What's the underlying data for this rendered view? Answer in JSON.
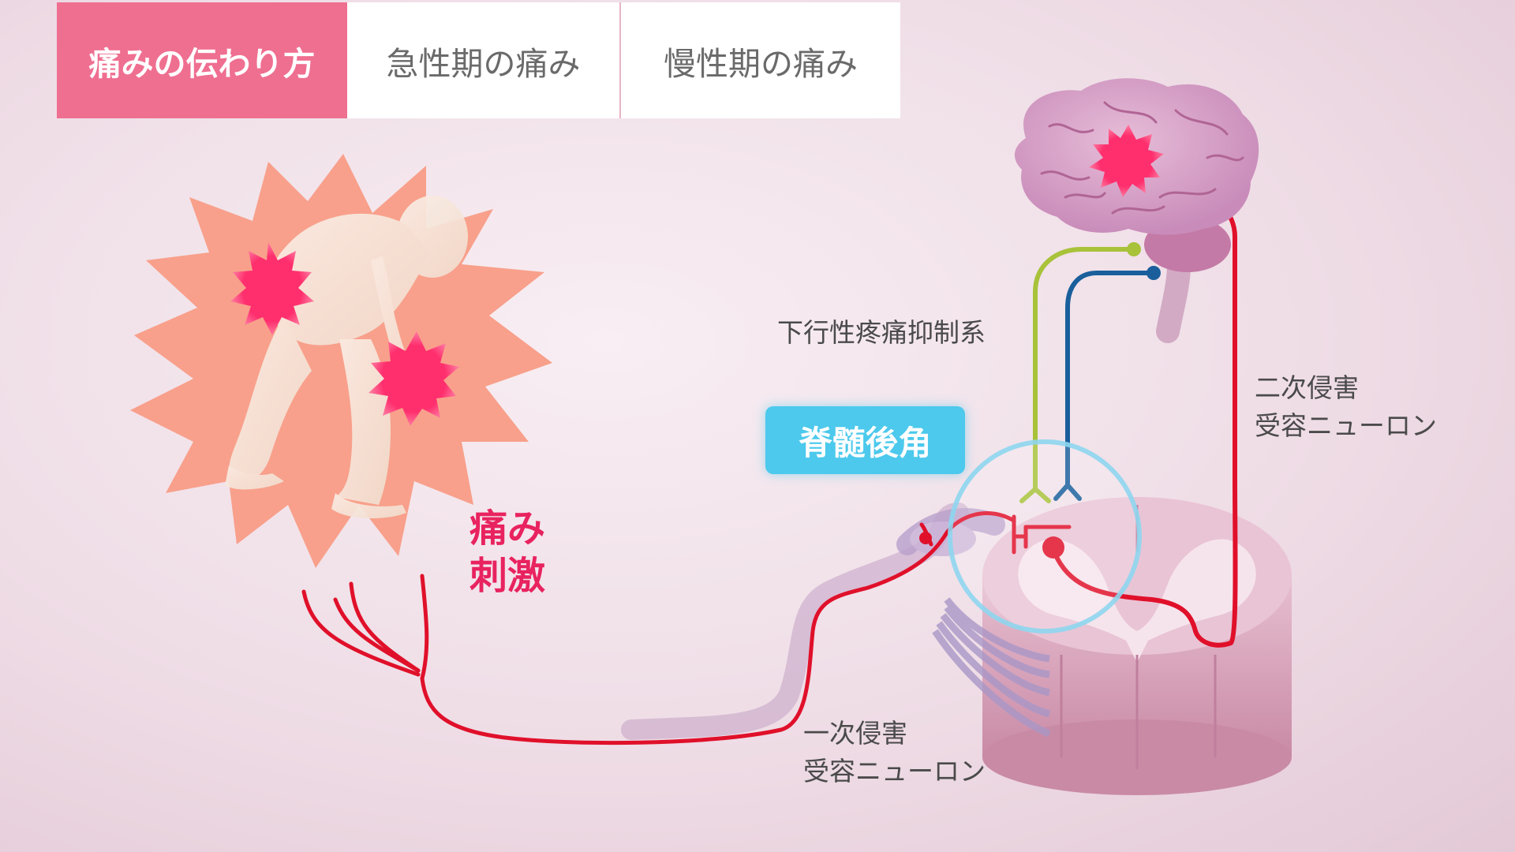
{
  "tabs": {
    "active": "痛みの伝わり方",
    "acute": "急性期の痛み",
    "chronic": "慢性期の痛み"
  },
  "labels": {
    "stimulus_line1": "痛み",
    "stimulus_line2": "刺激",
    "dorsal_horn": "脊髄後角",
    "descending": "下行性疼痛抑制系",
    "second_neuron": "二次侵害\n受容ニューロン",
    "first_neuron": "一次侵害\n受容ニューロン"
  },
  "colors": {
    "accent_pink": "#ef6f91",
    "pain_red": "#e0102a",
    "burst_pink": "#ff2f6e",
    "halo_salmon": "#f8a08b",
    "descending_green": "#a8c23a",
    "descending_blue": "#1a5f9c",
    "highlight_cyan": "#4cc9ec"
  }
}
